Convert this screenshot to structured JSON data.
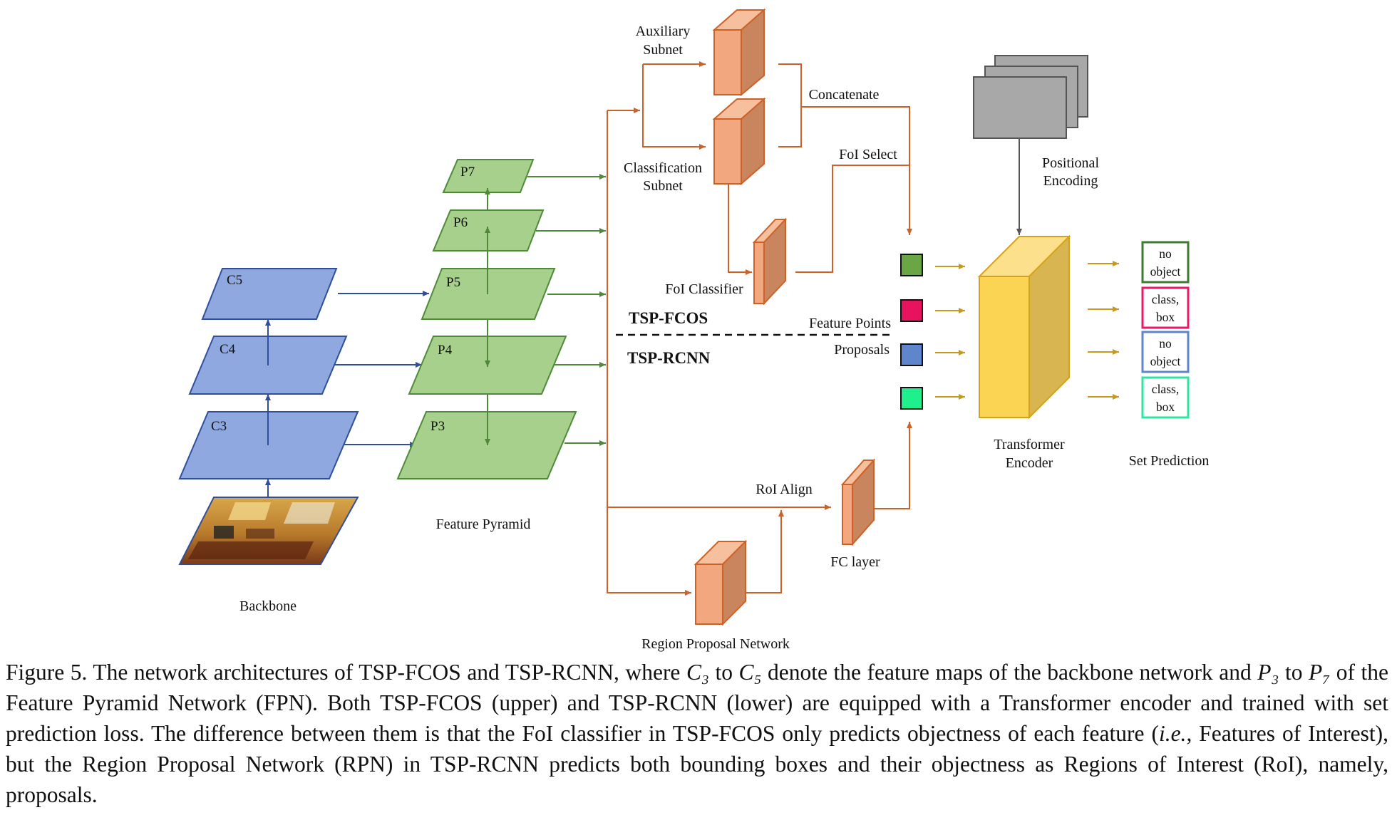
{
  "diagram": {
    "labels": {
      "c5": "C5",
      "c4": "C4",
      "c3": "C3",
      "p7": "P7",
      "p6": "P6",
      "p5": "P5",
      "p4": "P4",
      "p3": "P3",
      "backbone": "Backbone",
      "feature_pyramid": "Feature Pyramid",
      "auxiliary_subnet_1": "Auxiliary",
      "auxiliary_subnet_2": "Subnet",
      "classification_subnet_1": "Classification",
      "classification_subnet_2": "Subnet",
      "concatenate": "Concatenate",
      "foi_select": "FoI Select",
      "foi_classifier": "FoI Classifier",
      "tsp_fcos": "TSP-FCOS",
      "tsp_rcnn": "TSP-RCNN",
      "feature_points": "Feature Points",
      "proposals": "Proposals",
      "positional_encoding_1": "Positional",
      "positional_encoding_2": "Encoding",
      "transformer_encoder_1": "Transformer",
      "transformer_encoder_2": "Encoder",
      "set_prediction": "Set Prediction",
      "roi_align": "RoI Align",
      "fc_layer": "FC layer",
      "region_proposal_network": "Region Proposal Network"
    },
    "predictions": [
      {
        "line1": "no",
        "line2": "object",
        "color": "#3e7a32"
      },
      {
        "line1": "class,",
        "line2": "box",
        "color": "#e8186a"
      },
      {
        "line1": "no",
        "line2": "object",
        "color": "#5f85cc"
      },
      {
        "line1": "class,",
        "line2": "box",
        "color": "#2fe6a0"
      }
    ],
    "feature_squares": [
      "#6aa644",
      "#e8135f",
      "#5f85cc",
      "#1ff08c"
    ],
    "colors": {
      "backbone_blue": "#8fa9e0",
      "pyramid_green": "#a8d08d",
      "orange_arrow": "#cd6228",
      "block_orange": "#f2a77e",
      "transformer_yellow": "#fbd453",
      "gray_map": "#a8a8a8"
    }
  },
  "caption": {
    "p1": "Figure 5. The network architectures of TSP-FCOS and TSP-RCNN, where ",
    "c3": "C₃",
    "p2": " to ",
    "c5": "C₅",
    "p3": " denote the feature maps of the backbone network and ",
    "p3sym": "P₃",
    "p4": " to ",
    "p7sym": "P₇",
    "p5": " of the Feature Pyramid Network (FPN). Both TSP-FCOS (upper) and TSP-RCNN (lower) are equipped with a Transformer encoder and trained with set prediction loss. The difference between them is that the FoI classifier in TSP-FCOS only predicts objectness of each feature (",
    "ie": "i.e.",
    "p6": ", Features of Interest), but the Region Proposal Network (RPN) in TSP-RCNN predicts both bounding boxes and their objectness as Regions of Interest (RoI), namely, proposals."
  }
}
